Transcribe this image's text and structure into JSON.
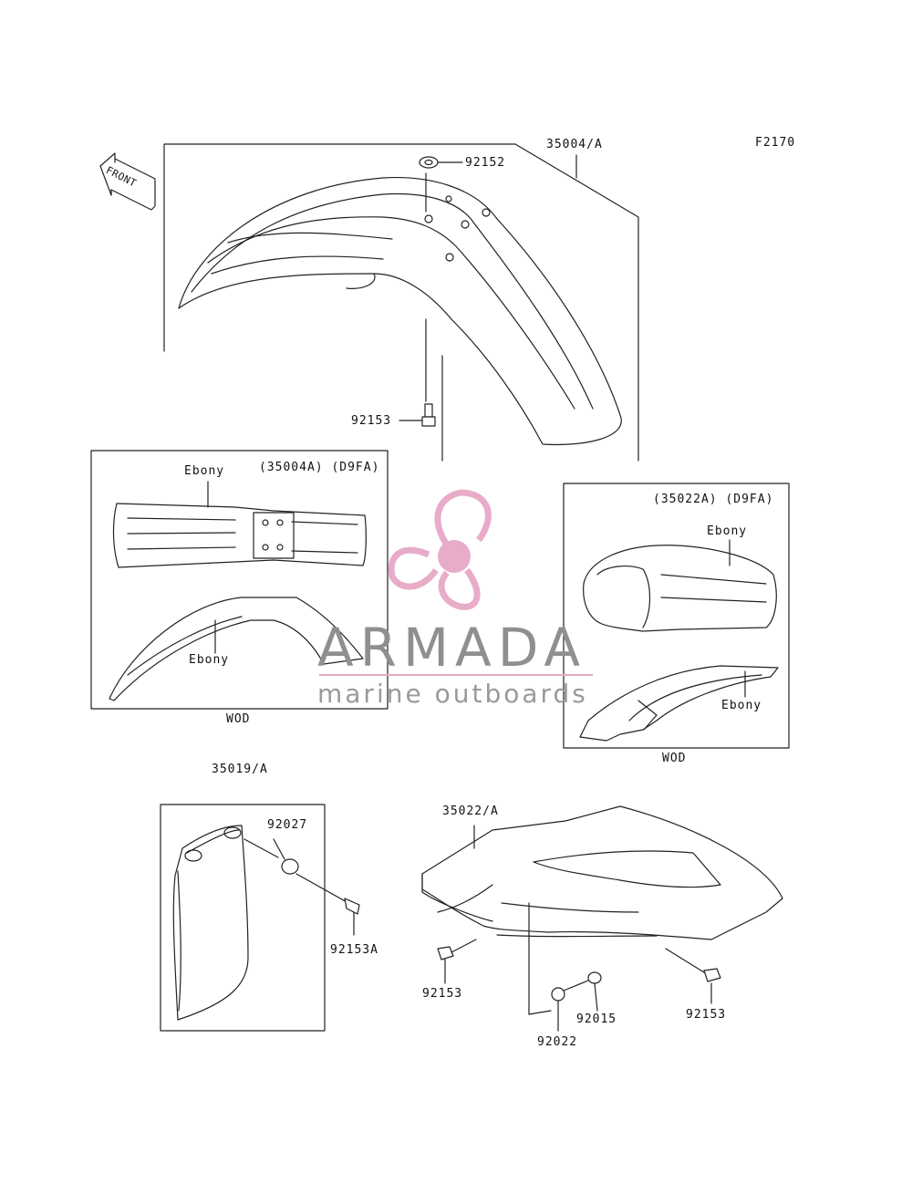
{
  "diagram": {
    "figure_code": "F2170",
    "front_label": "FRONT",
    "labels": {
      "front_fender": "35004/A",
      "nut_top": "92152",
      "bolt_front": "92153",
      "front_detail_header": "(35004A) (D9FA)",
      "front_detail_color_top": "Ebony",
      "front_detail_color_bottom": "Ebony",
      "front_detail_variant": "WOD",
      "rear_detail_header": "(35022A) (D9FA)",
      "rear_detail_color_top": "Ebony",
      "rear_detail_color_bottom": "Ebony",
      "rear_detail_variant": "WOD",
      "guard_part": "35019/A",
      "guard_washer": "92027",
      "guard_bolt": "92153A",
      "rear_fender": "35022/A",
      "rear_bolt_left": "92153",
      "rear_bolt_right": "92153",
      "rear_nut": "92015",
      "rear_washer": "92022"
    }
  },
  "watermark": {
    "brand": "ARMADA",
    "tagline": "marine outboards",
    "logo_color": "#e7a8c6",
    "text_color": "#8f8f8f"
  }
}
